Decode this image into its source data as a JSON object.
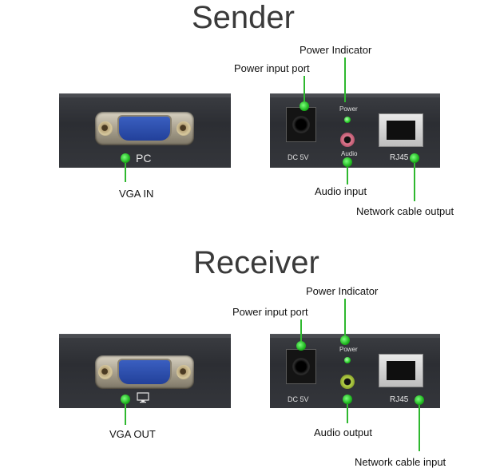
{
  "sender": {
    "title": "Sender",
    "left_port": "PC",
    "dc_label": "DC 5V",
    "power_led_text": "Power",
    "audio_text": "Audio",
    "rj45_label": "RJ45",
    "callouts": {
      "vga": "VGA  IN",
      "power_port": "Power input port",
      "power_indicator": "Power Indicator",
      "audio": "Audio input",
      "network": "Network cable output"
    }
  },
  "receiver": {
    "title": "Receiver",
    "dc_label": "DC 5V",
    "power_led_text": "Power",
    "rj45_label": "RJ45",
    "callouts": {
      "vga": "VGA  OUT",
      "power_port": "Power input port",
      "power_indicator": "Power Indicator",
      "audio": "Audio output",
      "network": "Network cable input"
    }
  },
  "icons": {
    "monitor": "monitor-icon"
  },
  "colors": {
    "callout_green": "#2fb82f",
    "panel": "#2f3136",
    "sender_audio_jack": "#e07a90",
    "receiver_audio_jack": "#b7d44a"
  }
}
